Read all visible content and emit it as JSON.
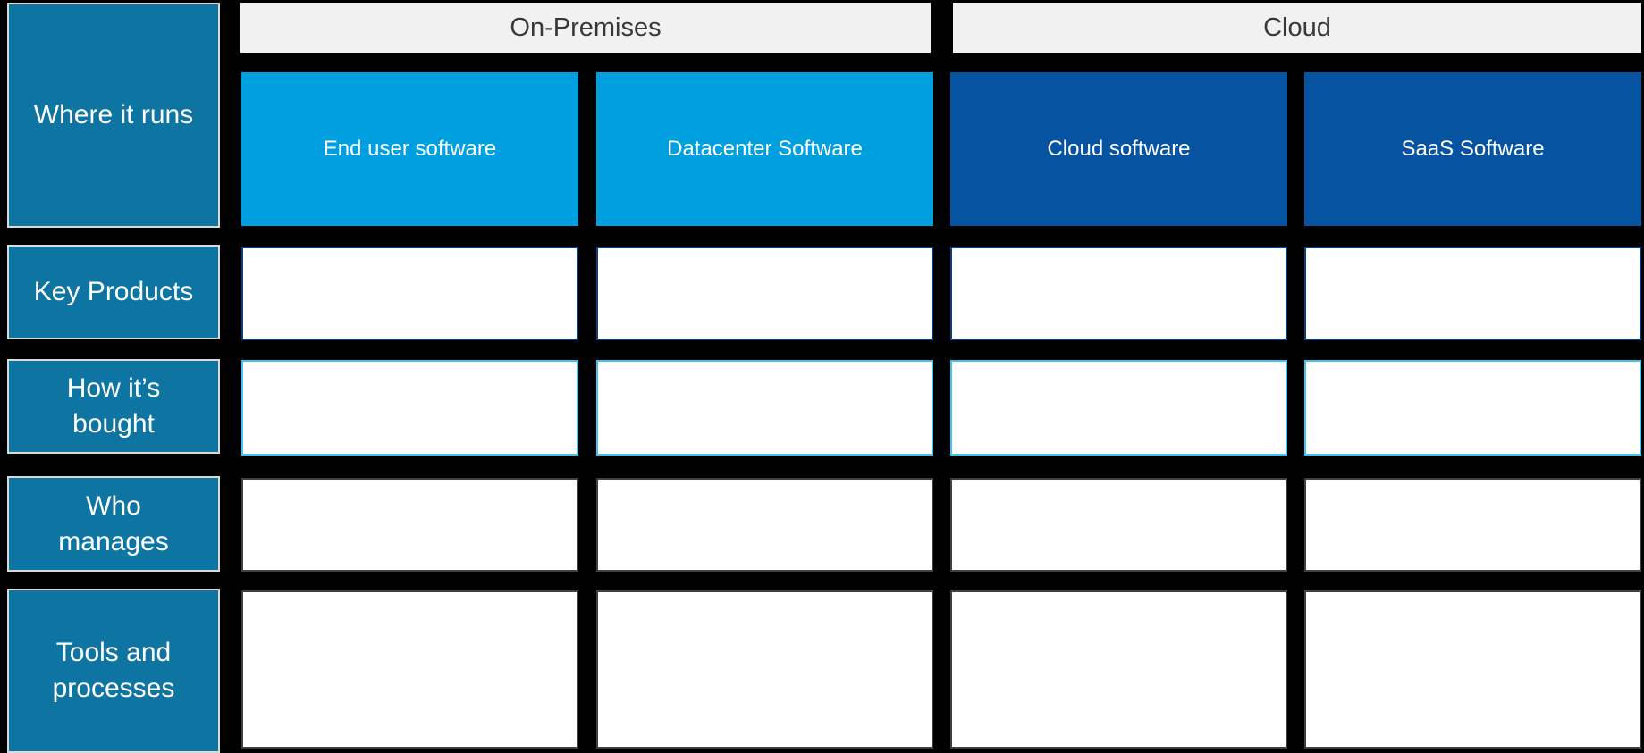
{
  "matrix": {
    "corner_label": "Where it runs",
    "group_headers": [
      {
        "label": "On-Premises"
      },
      {
        "label": "Cloud"
      }
    ],
    "columns": [
      {
        "label": "End user software",
        "group": "On-Premises",
        "color": "#009FE0"
      },
      {
        "label": "Datacenter Software",
        "group": "On-Premises",
        "color": "#009FE0"
      },
      {
        "label": "Cloud software",
        "group": "Cloud",
        "color": "#0553A1"
      },
      {
        "label": "SaaS Software",
        "group": "Cloud",
        "color": "#0553A1"
      }
    ],
    "rows": [
      {
        "label": "Key Products",
        "cell_border_color": "#0E3D7D",
        "cells": [
          "",
          "",
          "",
          ""
        ]
      },
      {
        "label": "How it’s\nbought",
        "cell_border_color": "#40C2F3",
        "cells": [
          "",
          "",
          "",
          ""
        ]
      },
      {
        "label": "Who\nmanages",
        "cell_border_color": "#404040",
        "cells": [
          "",
          "",
          "",
          ""
        ]
      },
      {
        "label": "Tools and\nprocesses",
        "cell_border_color": "#404040",
        "cells": [
          "",
          "",
          "",
          ""
        ]
      }
    ],
    "colors": {
      "background": "#000000",
      "row_label_bg": "#0E74A2",
      "row_label_border": "#D9D9D9",
      "group_header_bg": "#F1F1F1",
      "group_header_text": "#383838",
      "onprem_column_bg": "#009FE0",
      "cloud_column_bg": "#0553A1",
      "cell_bg": "#FFFFFF"
    }
  }
}
